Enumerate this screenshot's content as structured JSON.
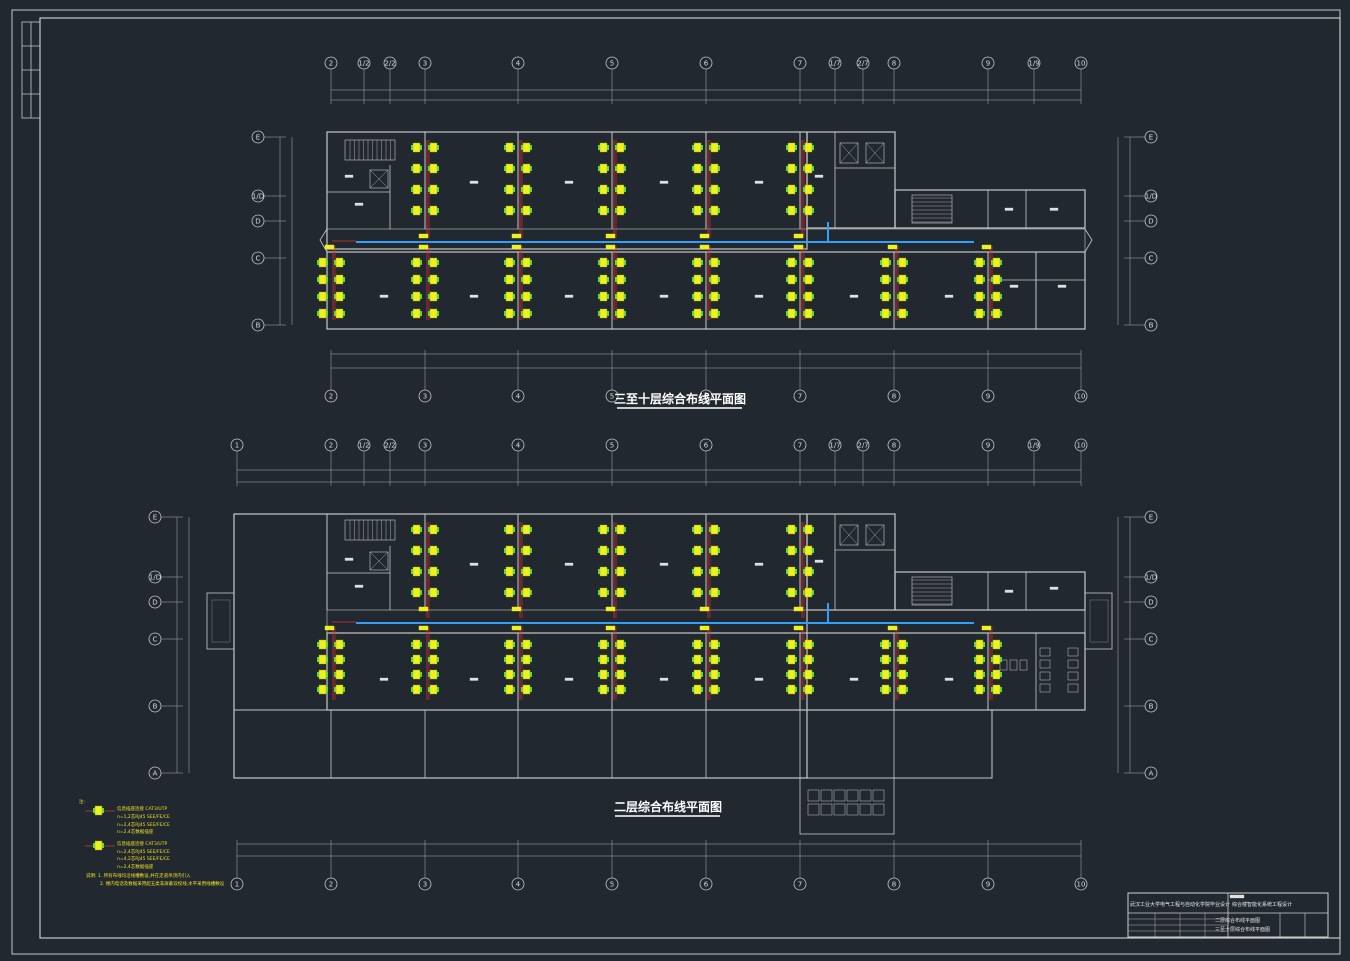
{
  "plans": [
    {
      "id": "upper",
      "title": "三至十层综合布线平面图",
      "top_axes": [
        "2",
        "1/2",
        "2/2",
        "3",
        "4",
        "5",
        "6",
        "7",
        "1/7",
        "2/7",
        "8",
        "9",
        "1/9",
        "10"
      ],
      "bottom_axes": [
        "2",
        "3",
        "4",
        "5",
        "6",
        "7",
        "8",
        "9",
        "10"
      ],
      "side_axes": [
        "E",
        "1/D",
        "D",
        "C",
        "B"
      ]
    },
    {
      "id": "lower",
      "title": "二层综合布线平面图",
      "top_axes": [
        "1",
        "2",
        "1/2",
        "2/2",
        "3",
        "4",
        "5",
        "6",
        "7",
        "1/7",
        "2/7",
        "8",
        "9",
        "1/9",
        "10"
      ],
      "bottom_axes": [
        "1",
        "2",
        "3",
        "4",
        "5",
        "6",
        "7",
        "8",
        "9",
        "10"
      ],
      "side_axes": [
        "E",
        "1/D",
        "D",
        "C",
        "B",
        "A"
      ]
    }
  ],
  "legend": {
    "lines": [
      "注:",
      "信息插座连接 CAT3/UTP",
      "n=1,2芯RJ45 SEE/FE/CE",
      "n=2,4芯RJ45 SEE/FE/CE",
      "n=2,4芯数据插座",
      "信息插座连接 CAT3/UTP",
      "n=2,4芯RJ45 SEE/FE/CE",
      "n=4,2芯RJ45 SEE/FE/CE",
      "n=2,4芯数据插座",
      "说明: 1. 所有布线均沿线槽敷设,并在走道吊顶内引入",
      "2. 楼内电话及数据采用超五类非屏蔽双绞线,水平采用线槽敷设"
    ]
  },
  "title_block": {
    "school": "武汉工业大学电气工程与自动化学院毕业设计",
    "project": "综合楼智能化系统工程设计",
    "drawing_1": "二层综合布线平面图",
    "drawing_2": "三至十层综合布线平面图"
  },
  "colors": {
    "background": "#212830",
    "wall": "#c8c8c8",
    "dim": "#b0b0b0",
    "outlet": "#f0f020",
    "outlet_green": "#50e040",
    "riser": "#e03030",
    "backbone": "#30a0ff"
  }
}
